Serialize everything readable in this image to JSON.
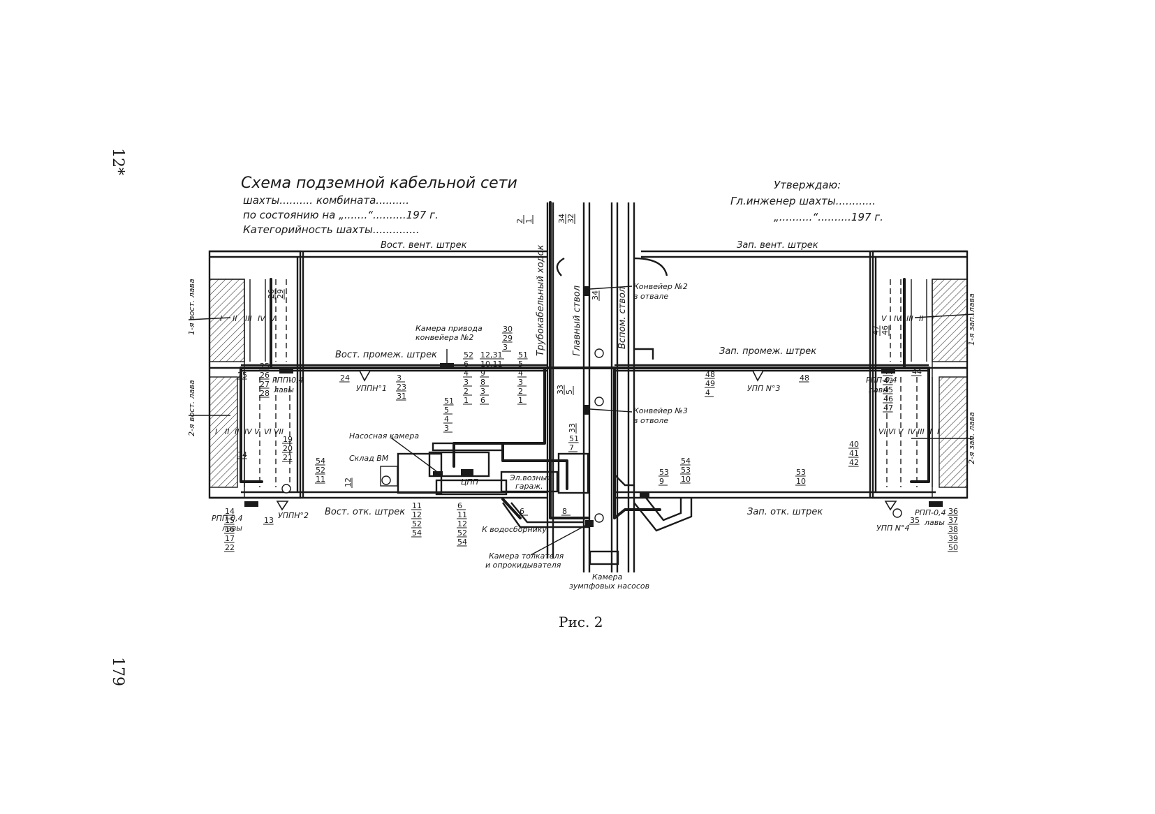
{
  "page": {
    "top_number": "12*",
    "bottom_number": "179",
    "caption": "Рис. 2"
  },
  "header": {
    "title": "Схема подземной кабельной сети",
    "line1": "шахты.......... комбината..........",
    "line2": "по состоянию на  „.......“..........197 г.",
    "line3": "Категорийность шахты..............",
    "approve_title": "Утверждаю:",
    "approve_line1": "Гл.инженер шахты............",
    "approve_line2": "„..........“..........197 г."
  },
  "roads": {
    "vost_vent": "Вост. вент. штрек",
    "zap_vent": "Зап. вент. штрек",
    "vost_prom": "Вост. промеж. штрек",
    "zap_prom": "Зап. промеж. штрек",
    "vost_otk": "Вост. отк. штрек",
    "zap_otk": "Зап. отк. штрек",
    "trubo": "Трубокабельный ходок",
    "glav": "Главный ствол",
    "vspom": "Вспом. ствол"
  },
  "labels": {
    "lava_v1": "1-я вост. лава",
    "lava_v2": "2-я вост. лава",
    "lava_z1": "1-я зап. лава",
    "lava_z2": "2-я зап. лава",
    "conv2_a": "Конвейер №2",
    "conv2_b": "в отвале",
    "conv3_a": "Конвейер №3",
    "conv3_b": "в отволе",
    "camera_drive_a": "Камера привода",
    "camera_drive_b": "конвейера №2",
    "nasos": "Насосная камера",
    "sklad": "Склад ВМ",
    "cpp": "ЦПП",
    "garage_a": "Эл.возный",
    "garage_b": "гараж.",
    "vodosbor": "К водосборнику",
    "tolk_a": "Камера толкателя",
    "tolk_b": "и опрокидывателя",
    "zumpf_a": "Камера",
    "zumpf_b": "зумпфовых насосов",
    "upp1": "УППН°1",
    "upp2": "УППН°2",
    "upp3": "УПП N°3",
    "upp4": "УПП N°4",
    "rpp_a": "РПП-0,4",
    "rpp_b": "лавы"
  },
  "roman": {
    "upper_left": [
      "I",
      "II",
      "III",
      "IV",
      "V"
    ],
    "lower_left": [
      "I",
      "II",
      "III",
      "IV",
      "V",
      "VI",
      "VII"
    ],
    "upper_right": [
      "V",
      "IV",
      "III",
      "II",
      "I"
    ],
    "lower_right": [
      "VII",
      "VI",
      "V",
      "IV",
      "III",
      "II",
      "I"
    ]
  },
  "cable_stacks": {
    "s_2_1": [
      "2",
      "1"
    ],
    "s_34_32": [
      "34",
      "32"
    ],
    "s_34": [
      "34"
    ],
    "s_30_29_3": [
      "30",
      "29",
      "3"
    ],
    "s_24": [
      "24"
    ],
    "s_3_23_31": [
      "3",
      "23",
      "31"
    ],
    "s_52_6": [
      "52",
      "6",
      "4",
      "3",
      "2",
      "1"
    ],
    "s_1231": [
      "12,31",
      "10,11",
      "9",
      "8",
      "3",
      "6"
    ],
    "s_51a": [
      "51",
      "5",
      "4",
      "3",
      "2",
      "1"
    ],
    "s_51b": [
      "51",
      "5",
      "4",
      "3"
    ],
    "s_33_5": [
      "33",
      "5"
    ],
    "s_33": [
      "33"
    ],
    "s_51_7": [
      "51",
      "7"
    ],
    "s_48_49_4": [
      "48",
      "49",
      "4"
    ],
    "s_48": [
      "48"
    ],
    "s_25": [
      "25"
    ],
    "s_25_28": [
      "25",
      "26",
      "27",
      "28"
    ],
    "s_26_29": [
      "26",
      "29"
    ],
    "s_19_21": [
      "19",
      "20",
      "21"
    ],
    "s_14a": [
      "14"
    ],
    "s_54_11": [
      "54",
      "52",
      "11"
    ],
    "s_12": [
      "12"
    ],
    "s_14_22": [
      "14",
      "15",
      "16",
      "17",
      "22"
    ],
    "s_13": [
      "13"
    ],
    "s_11_54": [
      "11",
      "12",
      "52",
      "54"
    ],
    "s_6_54": [
      "6",
      "11",
      "12",
      "52",
      "54"
    ],
    "s_6": [
      "6"
    ],
    "s_8": [
      "8"
    ],
    "s_53_9": [
      "53",
      "9"
    ],
    "s_54_53_10": [
      "54",
      "53",
      "10"
    ],
    "s_53_10": [
      "53",
      "10"
    ],
    "s_40_42": [
      "40",
      "41",
      "42"
    ],
    "s_47_46": [
      "47",
      "46"
    ],
    "s_44_45": [
      "44",
      "43",
      "45",
      "46",
      "47"
    ],
    "s_44": [
      "44"
    ],
    "s_35": [
      "35"
    ],
    "s_36_50": [
      "36",
      "37",
      "38",
      "39",
      "50"
    ]
  }
}
